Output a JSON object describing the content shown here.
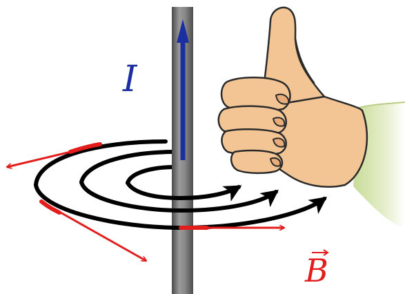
{
  "labels": {
    "current": "I",
    "field": "B"
  },
  "colors": {
    "background": "#ffffff",
    "wire": "#6f6f6f",
    "current_arrow": "#1b2fa0",
    "current_label": "#1b2fa0",
    "field_lines": "#000000",
    "field_vectors": "#e31c1c",
    "field_label": "#e31c1c",
    "skin": "#f3c594",
    "skin_outline": "#2a2a2a",
    "sleeve": "#d8e6b0"
  },
  "icons": {
    "hand": "thumbs-up-hand"
  }
}
